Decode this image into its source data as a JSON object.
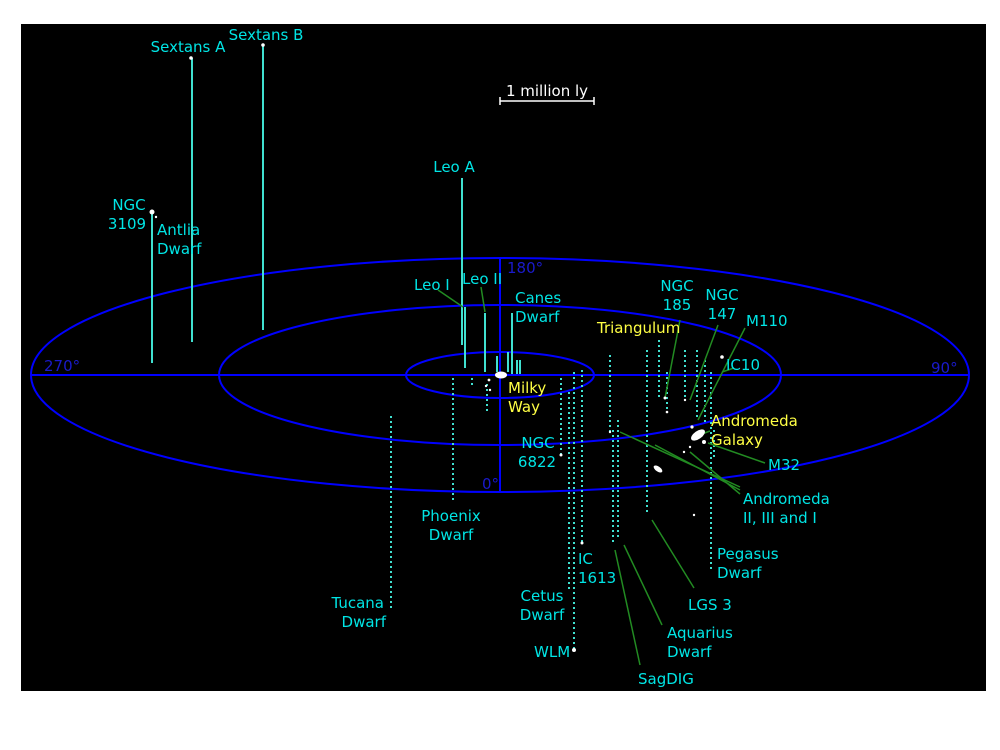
{
  "colors": {
    "background": "#000000",
    "frame": "#ffffff",
    "rings": "#0000ff",
    "axis_label": "#0000cc",
    "galaxy_label": "#00e5e5",
    "group_label": "#ffff44",
    "stem_above": "#40e0d0",
    "stem_below": "#40e0d0",
    "leader": "#228b22",
    "scale": "#ffffff",
    "marker": "#ffffff"
  },
  "scale_bar": {
    "label": "1 million ly"
  },
  "axes": {
    "deg_0": "0°",
    "deg_90": "90°",
    "deg_180": "180°",
    "deg_270": "270°"
  },
  "groups": {
    "milky_way": [
      "Milky",
      "Way"
    ],
    "andromeda": [
      "Andromeda",
      "Galaxy"
    ],
    "triangulum": [
      "Triangulum"
    ]
  },
  "galaxies": {
    "sextans_a": [
      "Sextans A"
    ],
    "sextans_b": [
      "Sextans B"
    ],
    "ngc3109": [
      "NGC",
      "3109"
    ],
    "antlia": [
      "Antlia",
      "Dwarf"
    ],
    "leo_a": [
      "Leo A"
    ],
    "leo_i": [
      "Leo I"
    ],
    "leo_ii": [
      "Leo II"
    ],
    "canes": [
      "Canes",
      "Dwarf"
    ],
    "ngc185": [
      "NGC",
      "185"
    ],
    "ngc147": [
      "NGC",
      "147"
    ],
    "m110": [
      "M110"
    ],
    "ic10": [
      "IC10"
    ],
    "m32": [
      "M32"
    ],
    "andromeda_sats": [
      "Andromeda",
      "II, III and I"
    ],
    "pegasus": [
      "Pegasus",
      "Dwarf"
    ],
    "lgs3": [
      "LGS 3"
    ],
    "aquarius": [
      "Aquarius",
      "Dwarf"
    ],
    "sagdig": [
      "SagDIG"
    ],
    "ic1613": [
      "IC",
      "1613"
    ],
    "cetus": [
      "Cetus",
      "Dwarf"
    ],
    "wlm": [
      "WLM"
    ],
    "ngc6822": [
      "NGC",
      "6822"
    ],
    "phoenix": [
      "Phoenix",
      "Dwarf"
    ],
    "tucana": [
      "Tucana",
      "Dwarf"
    ]
  }
}
